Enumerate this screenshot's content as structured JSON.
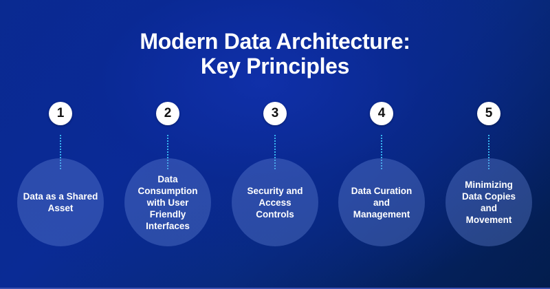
{
  "title": {
    "line1": "Modern Data Architecture:",
    "line2": "Key Principles"
  },
  "colors": {
    "background_top": "#0a2a8f",
    "background_bottom_right": "#031d4d",
    "number_badge": "#ffffff",
    "connector": "#38b6f0",
    "bubble": "#4a62a8"
  },
  "principles": [
    {
      "number": "1",
      "label": "Data as a Shared Asset"
    },
    {
      "number": "2",
      "label": "Data Consumption with User Friendly Interfaces"
    },
    {
      "number": "3",
      "label": "Security and Access Controls"
    },
    {
      "number": "4",
      "label": "Data Curation and Management"
    },
    {
      "number": "5",
      "label": "Minimizing Data Copies and Movement"
    }
  ]
}
